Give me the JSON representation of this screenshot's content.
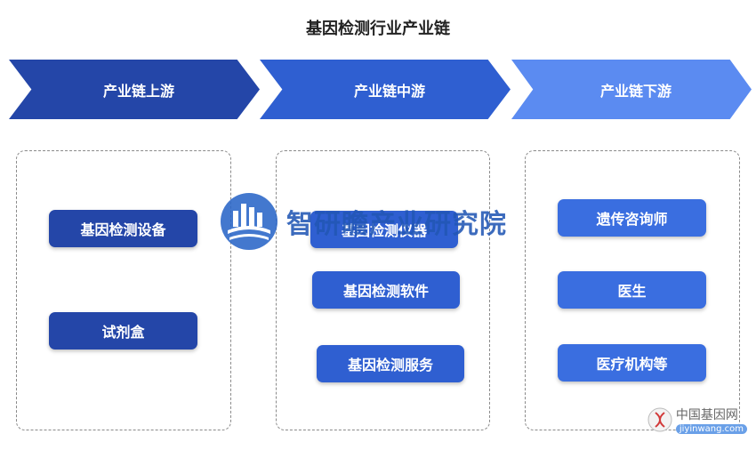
{
  "title": "基因检测行业产业链",
  "stages": [
    {
      "label": "产业链上游",
      "items": [
        "基因检测设备",
        "试剂盒"
      ]
    },
    {
      "label": "产业链中游",
      "items": [
        "基因检测仪器",
        "基因检测软件",
        "基因检测服务"
      ]
    },
    {
      "label": "产业链下游",
      "items": [
        "遗传咨询师",
        "医生",
        "医疗机构等"
      ]
    }
  ],
  "watermark": {
    "text": "智研瞻产业研究院"
  },
  "site_logo": {
    "cn": "中国基因网",
    "en": "jiyinwang.com"
  },
  "colors": {
    "upstream": "#2446a8",
    "midstream": "#2f5fd1",
    "downstream": "#5b8bf1"
  }
}
